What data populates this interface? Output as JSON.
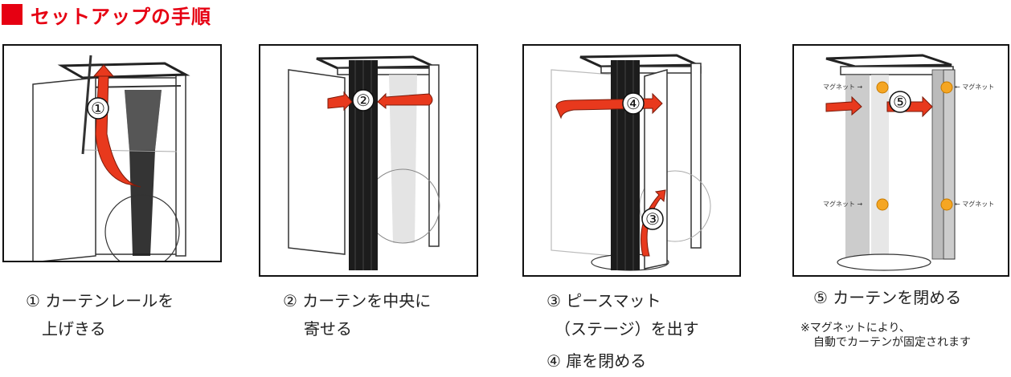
{
  "title": "セットアップの手順",
  "colors": {
    "accent": "#e60012",
    "arrow": "#e8391d"
  },
  "panels": [
    {
      "step_marker": "①",
      "caption_lines": [
        "① カーテンレールを",
        "上げきる"
      ]
    },
    {
      "step_marker": "②",
      "caption_lines": [
        "② カーテンを中央に",
        "寄せる"
      ]
    },
    {
      "step_markers": [
        "④",
        "③"
      ],
      "caption_lines": [
        "③ ピースマット",
        "（ステージ）を出す",
        "④ 扉を閉める"
      ]
    },
    {
      "step_marker": "⑤",
      "caption_lines": [
        "⑤ カーテンを閉める"
      ],
      "magnet_label": "マグネット",
      "magnet_label_arrow_left": "マグネット →",
      "magnet_label_arrow_right": "← マグネット",
      "note_lines": [
        "※マグネットにより、",
        "自動でカーテンが固定されます"
      ]
    }
  ]
}
